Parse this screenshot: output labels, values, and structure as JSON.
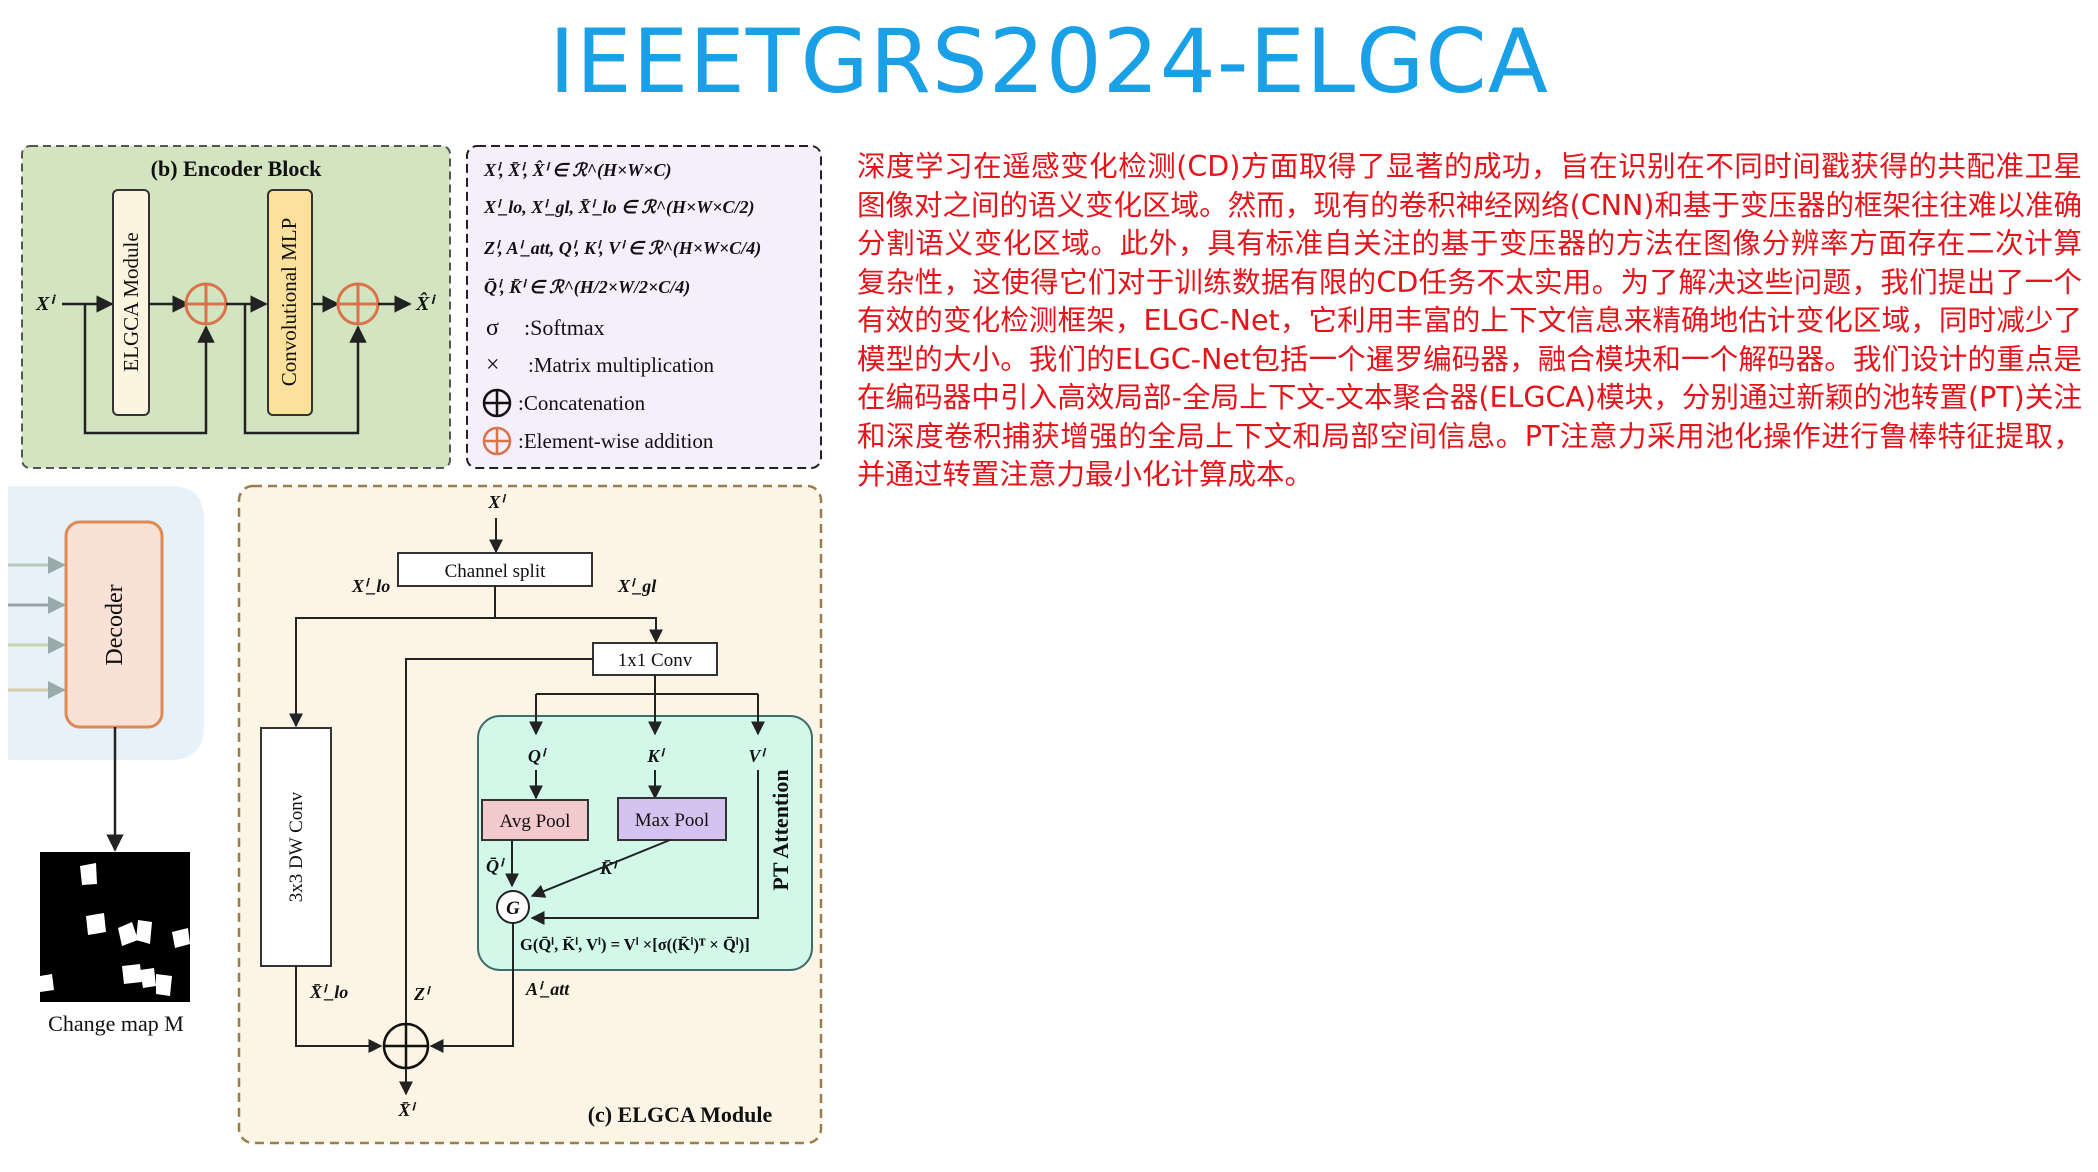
{
  "page": {
    "title": "IEEETGRS2024-ELGCA",
    "summary": "深度学习在遥感变化检测(CD)方面取得了显著的成功，旨在识别在不同时间戳获得的共配准卫星图像对之间的语义变化区域。然而，现有的卷积神经网络(CNN)和基于变压器的框架往往难以准确分割语义变化区域。此外，具有标准自关注的基于变压器的方法在图像分辨率方面存在二次计算复杂性，这使得它们对于训练数据有限的CD任务不太实用。为了解决这些问题，我们提出了一个有效的变化检测框架，ELGC-Net，它利用丰富的上下文信息来精确地估计变化区域，同时减少了模型的大小。我们的ELGC-Net包括一个暹罗编码器，融合模块和一个解码器。我们设计的重点是在编码器中引入高效局部-全局上下文-文本聚合器(ELGCA)模块，分别通过新颖的池转置(PT)关注和深度卷积捕获增强的全局上下文和局部空间信息。PT注意力采用池化操作进行鲁棒特征提取，并通过转置注意力最小化计算成本。"
  },
  "encoder_block": {
    "title": "(b) Encoder Block",
    "elgca_module": "ELGCA Module",
    "conv_mlp": "Convolutional MLP",
    "input": "Xⁱ",
    "output": "X̂ⁱ"
  },
  "legend": {
    "line1": "Xⁱ, X̄ⁱ, X̂ⁱ ∈ ℛ^(H×W×C)",
    "line2": "Xⁱ_lo, Xⁱ_gl, X̄ⁱ_lo ∈ ℛ^(H×W×C/2)",
    "line3": "Zⁱ, Aⁱ_att, Qⁱ, Kⁱ, Vⁱ ∈ ℛ^(H×W×C/4)",
    "line4": "Q̄ⁱ, K̄ⁱ ∈ ℛ^(H/2×W/2×C/4)",
    "softmax_sym": "σ",
    "softmax": ":Softmax",
    "matmul_sym": "×",
    "matmul": ":Matrix multiplication",
    "concat": ":Concatenation",
    "add": ":Element-wise addition"
  },
  "decoder": {
    "label": "Decoder",
    "change_map": "Change map M"
  },
  "elgca_module": {
    "title": "(c) ELGCA Module",
    "input": "Xⁱ",
    "channel_split": "Channel split",
    "x_lo": "Xⁱ_lo",
    "x_gl": "Xⁱ_gl",
    "conv1x1": "1x1 Conv",
    "dw_conv": "3x3 DW Conv",
    "q": "Qⁱ",
    "k": "Kⁱ",
    "v": "Vⁱ",
    "avg_pool": "Avg Pool",
    "max_pool": "Max Pool",
    "q_bar": "Q̄ⁱ",
    "k_bar": "K̄ⁱ",
    "g": "G",
    "pt_attention": "PT Attention",
    "formula": "G(Q̄ⁱ, K̄ⁱ, Vⁱ) = Vⁱ ×[σ((K̄ⁱ)ᵀ × Q̄ⁱ)]",
    "x_lo_bar": "X̄ⁱ_lo",
    "z": "Zⁱ",
    "a_att": "Aⁱ_att",
    "output": "X̄ⁱ"
  },
  "colors": {
    "title": "#1aa0e6",
    "summary": "#e5141b",
    "encoder_bg": "#d3e4c1",
    "legend_bg": "#f5eefb",
    "decoder_panel": "#e6f1fa",
    "decoder_box": "#f9e1d6",
    "elgca_bg": "#fcf5e6",
    "pt_bg": "#d2f8ea",
    "avg_pool": "#f2c9cc",
    "max_pool": "#d4c3f0",
    "conv_mlp": "#fbe19c",
    "plus_orange": "#d9734a"
  }
}
